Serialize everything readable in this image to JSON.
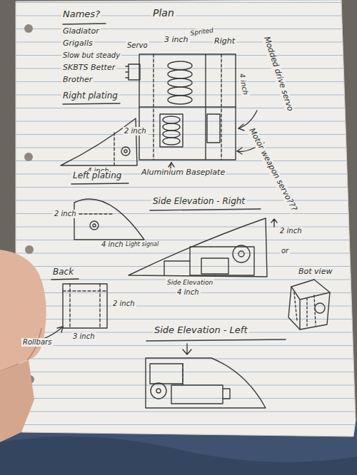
{
  "diagram": {
    "labels": [
      "Names?",
      "Plan",
      "Gladiator",
      "Grigalls",
      "Slow but steady",
      "SKBTS Better",
      "Brother",
      "Servo",
      "3 inch",
      "Sprited",
      "Right",
      "4 inch",
      "Modded drive servo",
      "Right plating",
      "2 inch",
      "4 inch",
      "Motor weapon servo???",
      "Left plating",
      "Aluminium Baseplate",
      "2 inch",
      "4 inch",
      "Light signal",
      "Side Elevation - Right",
      "2 inch",
      "or",
      "Side Elevation",
      "4 inch",
      "Bot view",
      "Back",
      "2 inch",
      "3 inch",
      "Rollbars",
      "Side Elevation - Left"
    ]
  }
}
